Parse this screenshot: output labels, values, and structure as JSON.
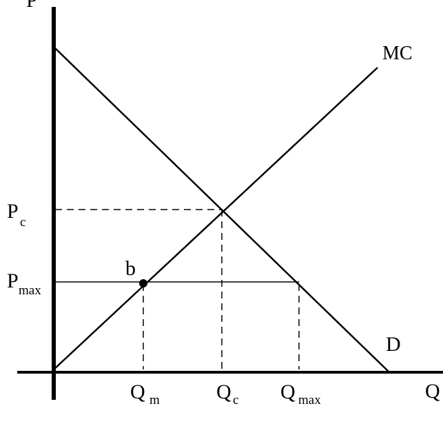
{
  "axes": {
    "y_label": "P",
    "x_label": "Q"
  },
  "curves": {
    "mc_label": "MC",
    "demand_label": "D"
  },
  "price_labels": {
    "pc_main": "P",
    "pc_sub": "c",
    "pmax_main": "P",
    "pmax_sub": "max"
  },
  "quantity_labels": {
    "qm_main": "Q",
    "qm_sub": "m",
    "qc_main": "Q",
    "qc_sub": "c",
    "qmax_main": "Q",
    "qmax_sub": "max"
  },
  "points": {
    "b_label": "b"
  },
  "colors": {
    "ink": "#000000",
    "background": "#ffffff"
  }
}
